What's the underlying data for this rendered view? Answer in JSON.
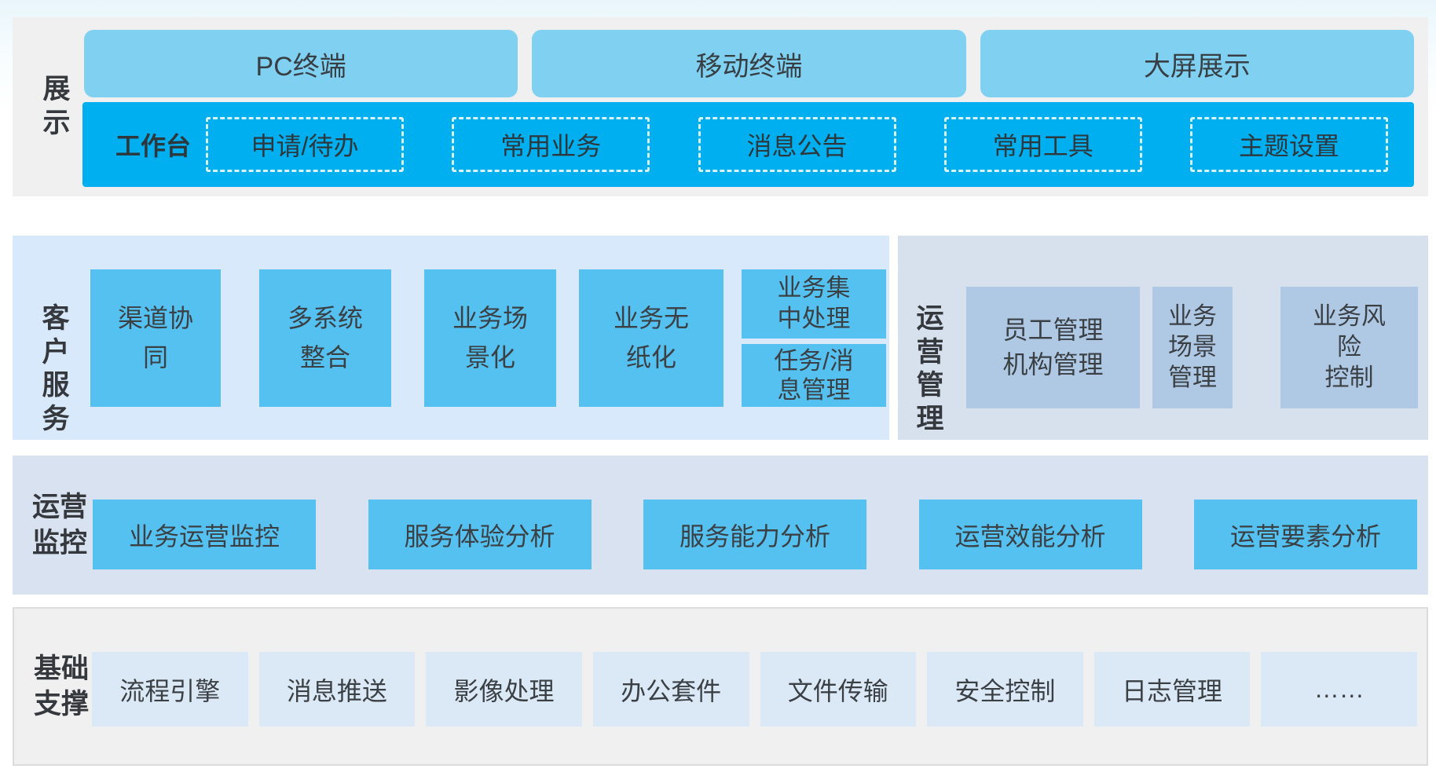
{
  "palette": {
    "bar_blue": "#00aff0",
    "terminal_blue": "#7fd0f1",
    "box_blue": "#55c1f0",
    "muted_box_blue": "#afc9e5",
    "pale_box_blue": "#dbe9f7",
    "panel_gray": "#f0f0f1",
    "panel_light_blue": "#d9e9fc",
    "panel_gray_blue": "#d7e1ee"
  },
  "sections": {
    "display": {
      "label": "展\n示",
      "terminals": [
        "PC终端",
        "移动终端",
        "大屏展示"
      ],
      "workbench": {
        "label": "工作台",
        "items": [
          "申请/待办",
          "常用业务",
          "消息公告",
          "常用工具",
          "主题设置"
        ]
      }
    },
    "customer_service": {
      "label": "客\n户\n服\n务",
      "boxes": [
        "渠道协\n同",
        "多系统\n整合",
        "业务场\n景化",
        "业务无\n纸化"
      ],
      "stacked_boxes": [
        "业务集\n中处理",
        "任务/消\n息管理"
      ]
    },
    "operation_management": {
      "label": "运\n营\n管\n理",
      "boxes": [
        "员工管理\n机构管理",
        "业务\n场景\n管理",
        "业务风\n险\n控制"
      ]
    },
    "operation_monitoring": {
      "label": "运营\n监控",
      "boxes": [
        "业务运营监控",
        "服务体验分析",
        "服务能力分析",
        "运营效能分析",
        "运营要素分析"
      ]
    },
    "foundation": {
      "label": "基础\n支撑",
      "boxes": [
        "流程引擎",
        "消息推送",
        "影像处理",
        "办公套件",
        "文件传输",
        "安全控制",
        "日志管理",
        "……"
      ]
    }
  }
}
